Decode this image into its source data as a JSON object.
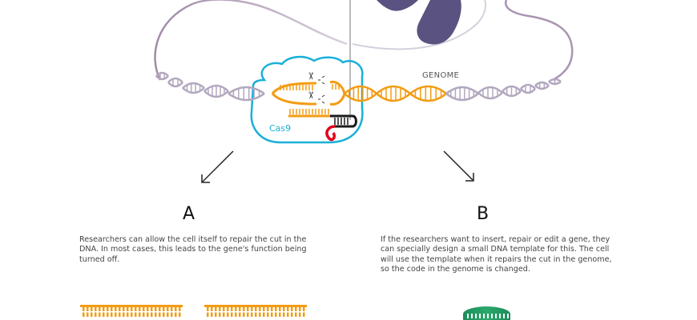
{
  "diagram": {
    "labels": {
      "genome": "GENOME",
      "cas9": "Cas9"
    },
    "sections": [
      {
        "letter": "A",
        "description": "Researchers can allow the cell itself to repair the cut in the DNA. In most cases, this leads to the gene's function being turned off."
      },
      {
        "letter": "B",
        "description": "If the researchers want to insert, repair or edit a gene, they can specially design a small DNA template for this. The cell will use the template when it repairs the cut in the genome, so the code in the genome is changed."
      }
    ],
    "colors": {
      "dna_gray": "#b3a8bf",
      "dna_strand_purple": "#9b88a8",
      "dna_target_orange": "#f39c12",
      "cas9_outline": "#1ab0d8",
      "guide_rna_red": "#e3001b",
      "guide_rna_black": "#1a1a1a",
      "chromosome": "#5a5280",
      "template_green": "#1e8c5a"
    }
  }
}
